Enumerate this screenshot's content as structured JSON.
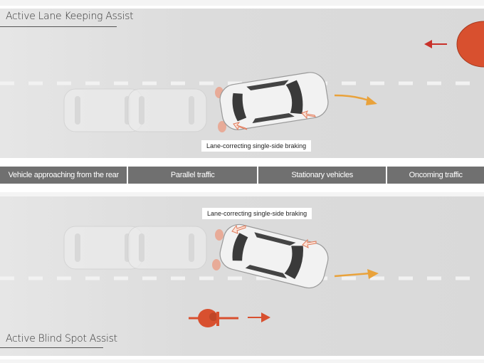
{
  "top_panel": {
    "title": "Active Lane Keeping Assist",
    "label": "Lane-correcting single-side braking"
  },
  "categories": [
    "Vehicle approaching from the rear",
    "Parallel traffic",
    "Stationary vehicles",
    "Oncoming traffic"
  ],
  "bottom_panel": {
    "title": "Active Blind Spot Assist",
    "label": "Lane-correcting single-side braking"
  },
  "colors": {
    "accent_orange": "#e9a23b",
    "hazard_red": "#d8502f",
    "category_bar": "#707070"
  }
}
